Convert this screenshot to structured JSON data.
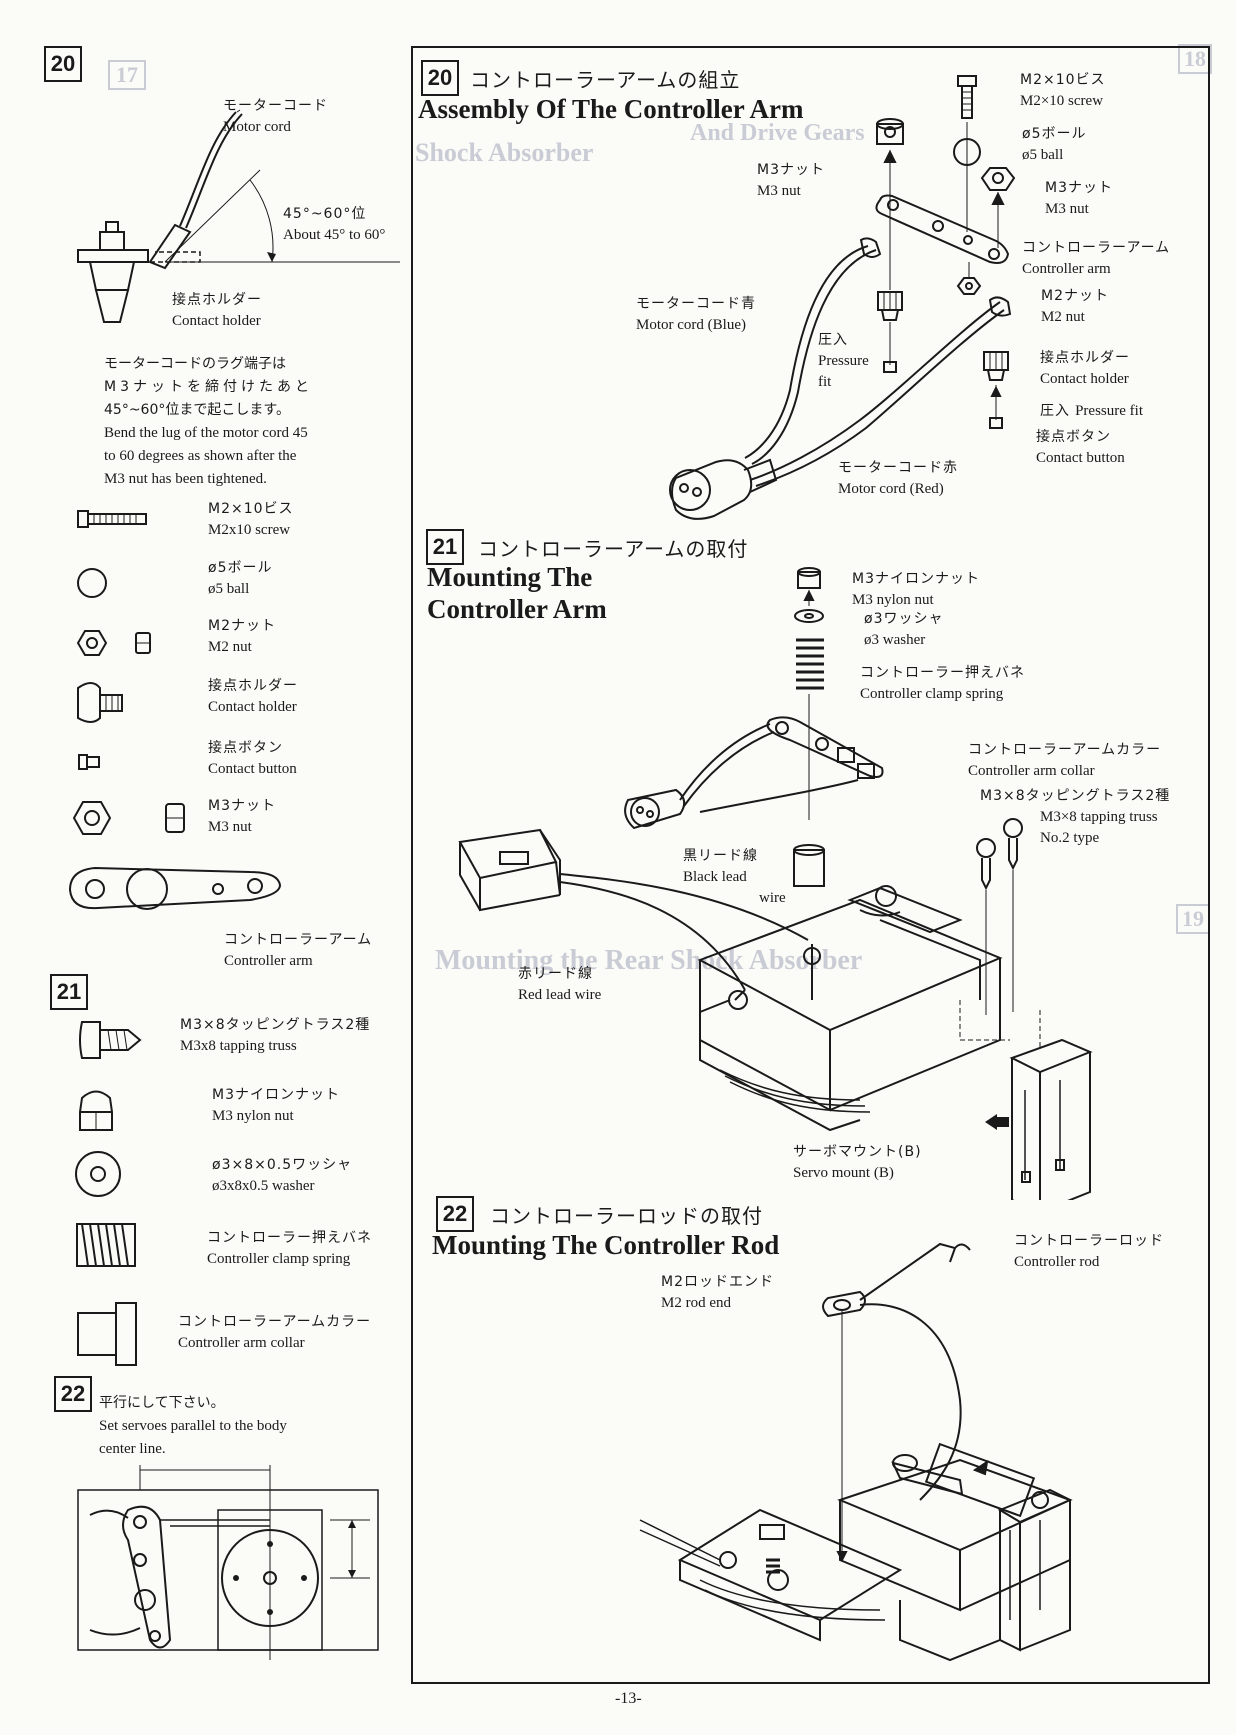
{
  "page_number": "-13-",
  "background_faint_text": [
    "Shock Absorber",
    "And Drive Gears",
    "Mounting the Rear Shock Absorber",
    "17",
    "18",
    "19"
  ],
  "left": {
    "s20": {
      "num": "20",
      "motor_cord": {
        "jp": "モーターコード",
        "en": "Motor cord"
      },
      "angle": {
        "jp": "45°~60°位",
        "en": "About 45° to 60°"
      },
      "contact_holder": {
        "jp": "接点ホルダー",
        "en": "Contact holder"
      },
      "note_jp": [
        "モーターコードのラグ端子は",
        "M3ナットを締付けたあと",
        "45°~60°位まで起こします。"
      ],
      "note_en": [
        "Bend the lug of the motor cord 45",
        "to 60 degrees as shown after the",
        "M3 nut has been tightened."
      ],
      "parts": [
        {
          "jp": "M2×10ビス",
          "en": "M2x10 screw",
          "icon": "screw-icon"
        },
        {
          "jp": "ø5ボール",
          "en": "ø5 ball",
          "icon": "ball-icon"
        },
        {
          "jp": "M2ナット",
          "en": "M2 nut",
          "icon": "nut-icon"
        },
        {
          "jp": "接点ホルダー",
          "en": "Contact holder",
          "icon": "contact-holder-icon"
        },
        {
          "jp": "接点ボタン",
          "en": "Contact button",
          "icon": "contact-button-icon"
        },
        {
          "jp": "M3ナット",
          "en": "M3 nut",
          "icon": "nut-icon"
        },
        {
          "jp": "コントローラーアーム",
          "en": "Controller arm",
          "icon": "controller-arm-icon"
        }
      ]
    },
    "s21": {
      "num": "21",
      "parts": [
        {
          "jp": "M3×8タッピングトラス2種",
          "en": "M3x8 tapping truss",
          "icon": "tapping-screw-icon"
        },
        {
          "jp": "M3ナイロンナット",
          "en": "M3 nylon nut",
          "icon": "nylon-nut-icon"
        },
        {
          "jp": "ø3×8×0.5ワッシャ",
          "en": "ø3x8x0.5 washer",
          "icon": "washer-icon"
        },
        {
          "jp": "コントローラー押えバネ",
          "en": "Controller clamp spring",
          "icon": "spring-icon"
        },
        {
          "jp": "コントローラーアームカラー",
          "en": "Controller arm collar",
          "icon": "collar-icon"
        }
      ]
    },
    "s22": {
      "num": "22",
      "note_jp": "平行にして下さい。",
      "note_en": [
        "Set servoes parallel to the body",
        "center line."
      ]
    }
  },
  "main": {
    "s20": {
      "num": "20",
      "title_jp": "コントローラーアームの組立",
      "title_en": "Assembly Of The Controller Arm",
      "labels": {
        "m2_screw": {
          "jp": "M2×10ビス",
          "en": "M2×10 screw"
        },
        "ball": {
          "jp": "ø5ボール",
          "en": "ø5 ball"
        },
        "m3nut_right": {
          "jp": "M3ナット",
          "en": "M3 nut"
        },
        "arm": {
          "jp": "コントローラーアーム",
          "en": "Controller arm"
        },
        "m2nut": {
          "jp": "M2ナット",
          "en": "M2 nut"
        },
        "holder": {
          "jp": "接点ホルダー",
          "en": "Contact holder"
        },
        "pressure_right": {
          "jp": "圧入",
          "en": "Pressure fit"
        },
        "button": {
          "jp": "接点ボタン",
          "en": "Contact button"
        },
        "m3nut_left": {
          "jp": "M3ナット",
          "en": "M3 nut"
        },
        "cord_blue": {
          "jp": "モーターコード青",
          "en": "Motor cord (Blue)"
        },
        "pressure_left": {
          "jp": "圧入",
          "en1": "Pressure",
          "en2": "fit"
        },
        "cord_red": {
          "jp": "モーターコード赤",
          "en": "Motor cord (Red)"
        }
      }
    },
    "s21": {
      "num": "21",
      "title_jp": "コントローラーアームの取付",
      "title_en1": "Mounting The",
      "title_en2": "Controller Arm",
      "labels": {
        "nylon_nut": {
          "jp": "M3ナイロンナット",
          "en": "M3 nylon nut"
        },
        "washer": {
          "jp": "ø3ワッシャ",
          "en": "ø3 washer"
        },
        "spring": {
          "jp": "コントローラー押えバネ",
          "en": "Controller clamp spring"
        },
        "collar": {
          "jp": "コントローラーアームカラー",
          "en": "Controller arm collar"
        },
        "tapping": {
          "jp": "M3×8タッピングトラス2種",
          "en1": "M3×8 tapping truss",
          "en2": "No.2 type"
        },
        "black": {
          "jp": "黒リード線",
          "en1": "Black lead",
          "en2": "wire"
        },
        "red": {
          "jp": "赤リード線",
          "en": "Red lead wire"
        },
        "servo_mount": {
          "jp": "サーボマウント(B)",
          "en": "Servo mount (B)"
        }
      }
    },
    "s22": {
      "num": "22",
      "title_jp": "コントローラーロッドの取付",
      "title_en": "Mounting The Controller Rod",
      "labels": {
        "rod_end": {
          "jp": "M2ロッドエンド",
          "en": "M2 rod end"
        },
        "rod": {
          "jp": "コントローラーロッド",
          "en": "Controller rod"
        }
      }
    }
  }
}
